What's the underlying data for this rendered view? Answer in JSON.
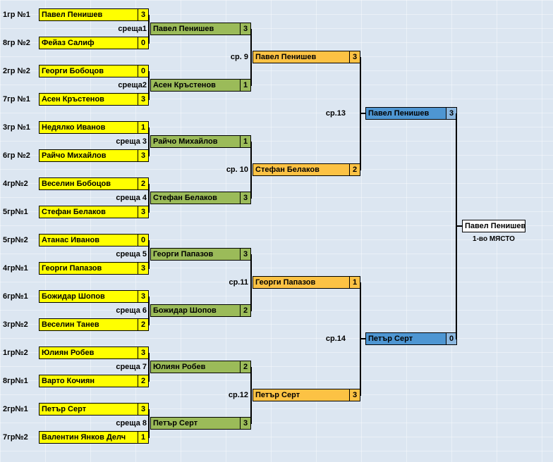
{
  "page": {
    "background": "#dce6f1"
  },
  "colors": {
    "round1_box": "#ffff00",
    "round2_box": "#9bbb59",
    "semifinal_box": "#fcc244",
    "final_box": "#4e96d2",
    "champion_box": "#ffffff",
    "connector": "#000000"
  },
  "round1": [
    {
      "group": "1гр №1",
      "name": "Павел Пенишев",
      "score": "3"
    },
    {
      "group": "8гр №2",
      "name": "Фейаз Салиф",
      "score": "0"
    },
    {
      "group": "2гр №2",
      "name": "Георги Бобоцов",
      "score": "0"
    },
    {
      "group": "7гр №1",
      "name": "Асен Кръстенов",
      "score": "3"
    },
    {
      "group": "3гр №1",
      "name": "Недялко Иванов",
      "score": "1"
    },
    {
      "group": "6гр №2",
      "name": "Райчо Михайлов",
      "score": "3"
    },
    {
      "group": "4гр№2",
      "name": "Веселин Бобоцов",
      "score": "2"
    },
    {
      "group": "5гр№1",
      "name": "Стефан Белаков",
      "score": "3"
    },
    {
      "group": "5гр№2",
      "name": "Атанас Иванов",
      "score": "0"
    },
    {
      "group": "4гр№1",
      "name": "Георги Папазов",
      "score": "3"
    },
    {
      "group": "6гр№1",
      "name": "Божидар Шопов",
      "score": "3"
    },
    {
      "group": "3гр№2",
      "name": "Веселин Танев",
      "score": "2"
    },
    {
      "group": "1гр№2",
      "name": "Юлиян Робев",
      "score": "3"
    },
    {
      "group": "8гр№1",
      "name": "Варто Кочиян",
      "score": "2"
    },
    {
      "group": "2гр№1",
      "name": "Петър Серт",
      "score": "3"
    },
    {
      "group": "7гр№2",
      "name": "Валентин Янков Делч",
      "score": "1"
    }
  ],
  "round2": [
    {
      "label": "среща1",
      "name": "Павел Пенишев",
      "score": "3"
    },
    {
      "label": "среща2",
      "name": "Асен Кръстенов",
      "score": "1"
    },
    {
      "label": "среща 3",
      "name": "Райчо Михайлов",
      "score": "1"
    },
    {
      "label": "среща 4",
      "name": "Стефан Белаков",
      "score": "3"
    },
    {
      "label": "среща 5",
      "name": "Георги Папазов",
      "score": "3"
    },
    {
      "label": "среща 6",
      "name": "Божидар Шопов",
      "score": "2"
    },
    {
      "label": "среща 7",
      "name": "Юлиян Робев",
      "score": "2"
    },
    {
      "label": "среща 8",
      "name": "Петър Серт",
      "score": "3"
    }
  ],
  "semifinals": [
    {
      "label": "ср. 9",
      "name": "Павел Пенишев",
      "score": "3"
    },
    {
      "label": "ср. 10",
      "name": "Стефан Белаков",
      "score": "2"
    },
    {
      "label": "ср.11",
      "name": "Георги Папазов",
      "score": "1"
    },
    {
      "label": "ср.12",
      "name": "Петър Серт",
      "score": "3"
    }
  ],
  "finals": [
    {
      "label": "ср.13",
      "name": "Павел Пенишев",
      "score": "3"
    },
    {
      "label": "ср.14",
      "name": "Петър Серт",
      "score": "0"
    }
  ],
  "champion": {
    "name": "Павел Пенишев",
    "caption": "1-во МЯСТО"
  }
}
